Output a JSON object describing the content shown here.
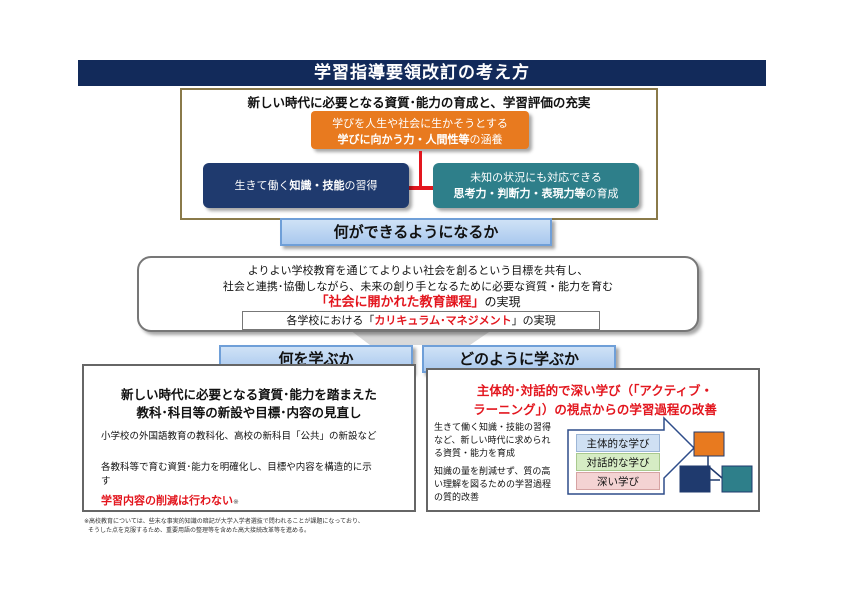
{
  "title": "学習指導要領改訂の考え方",
  "top": {
    "heading": "新しい時代に必要となる資質･能力の育成と、学習評価の充実",
    "orange": {
      "line1": "学びを人生や社会に生かそうとする",
      "line2_a": "学びに向かう力・人間性等",
      "line2_b": "の涵養"
    },
    "navy": {
      "a": "生きて働く",
      "b": "知識・技能",
      "c": "の習得"
    },
    "teal": {
      "line1": "未知の状況にも対応できる",
      "line2_a": "思考力・判断力・表現力等",
      "line2_b": "の育成"
    }
  },
  "banner1": "何ができるようになるか",
  "middle": {
    "line1": "よりよい学校教育を通じてよりよい社会を創るという目標を共有し、",
    "line2": "社会と連携･協働しながら、未来の創り手となるために必要な資質・能力を育む",
    "line3_red": "「社会に開かれた教育課程」",
    "line3_rest": "の実現",
    "line4_a": "各学校における「",
    "line4_red": "カリキュラム･マネジメント",
    "line4_b": "」の実現"
  },
  "banner2": "何を学ぶか",
  "banner3": "どのように学ぶか",
  "left": {
    "heading1": "新しい時代に必要となる資質･能力を踏まえた",
    "heading2": "教科･科目等の新設や目標･内容の見直し",
    "p1": "小学校の外国語教育の教科化、高校の新科目「公共」の新設など",
    "p2": "各教科等で育む資質･能力を明確化し、目標や内容を構造的に示す",
    "red": "学習内容の削減は行わない",
    "mark": "※"
  },
  "right": {
    "red1": "主体的･対話的で深い学び（「アクティブ・",
    "red2_a": "ラーニング」）",
    "red2_b": "の視点からの学習過程の改善",
    "p1": "生きて働く知識・技能の習得など、新しい時代に求められる資質・能力を育成",
    "p2": "知識の量を削減せず、質の高い理解を図るための学習過程の質的改善",
    "labels": [
      "主体的な学び",
      "対話的な学び",
      "深い学び"
    ]
  },
  "footnote1": "※高校教育については、些末な事実的知識の暗記が大学入学者選抜で問われることが課題になっており、",
  "footnote2": "そうした点を克服するため、重要用語の整理等を含めた高大接続改革等を進める。",
  "colors": {
    "navy": "#122a5a",
    "orange": "#e87a1f",
    "teal": "#2e7f8a",
    "red": "#e3161e",
    "blue": "#a9c8ee"
  }
}
